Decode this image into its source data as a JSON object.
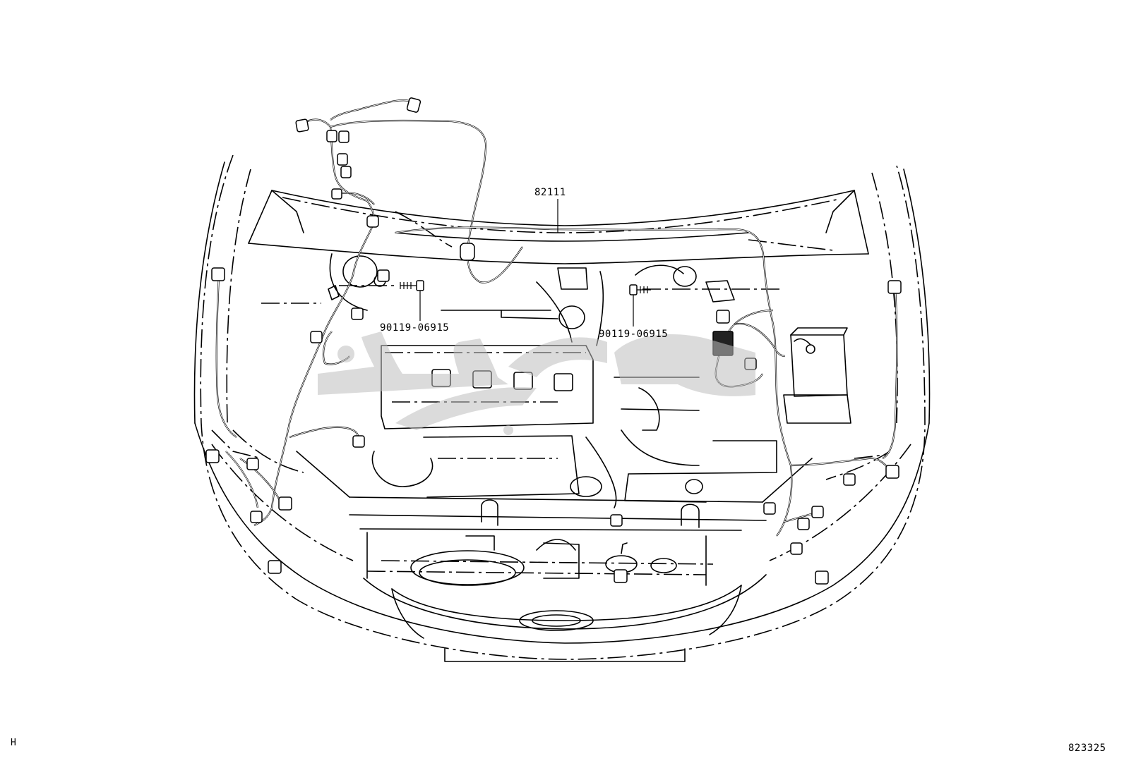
{
  "labels": {
    "part_main": "82111",
    "part_bolt_left": "90119-06915",
    "part_bolt_right": "90119-06915",
    "corner_code": "H",
    "figure_number": "823325"
  }
}
